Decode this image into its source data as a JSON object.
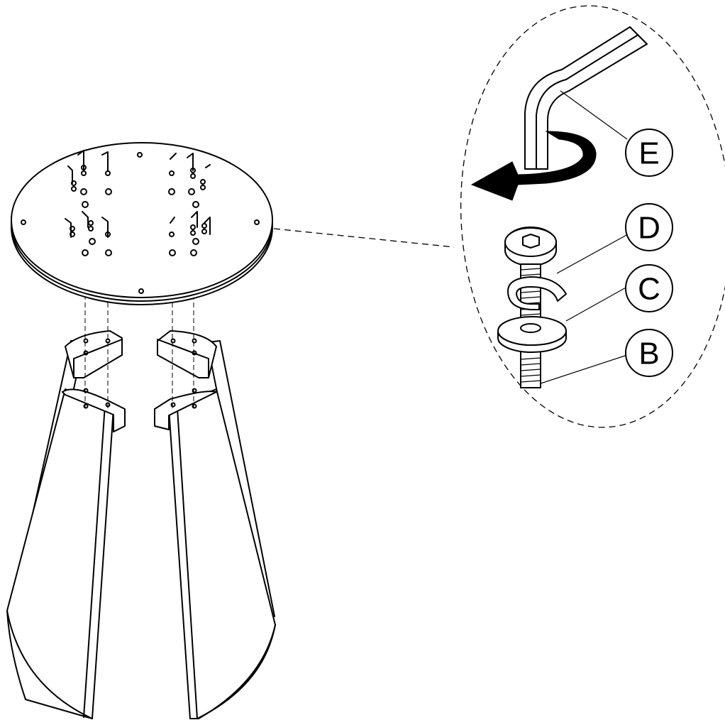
{
  "callouts": {
    "e": "E",
    "d": "D",
    "c": "C",
    "b": "B"
  },
  "colors": {
    "line": "#000000",
    "background": "#ffffff"
  }
}
